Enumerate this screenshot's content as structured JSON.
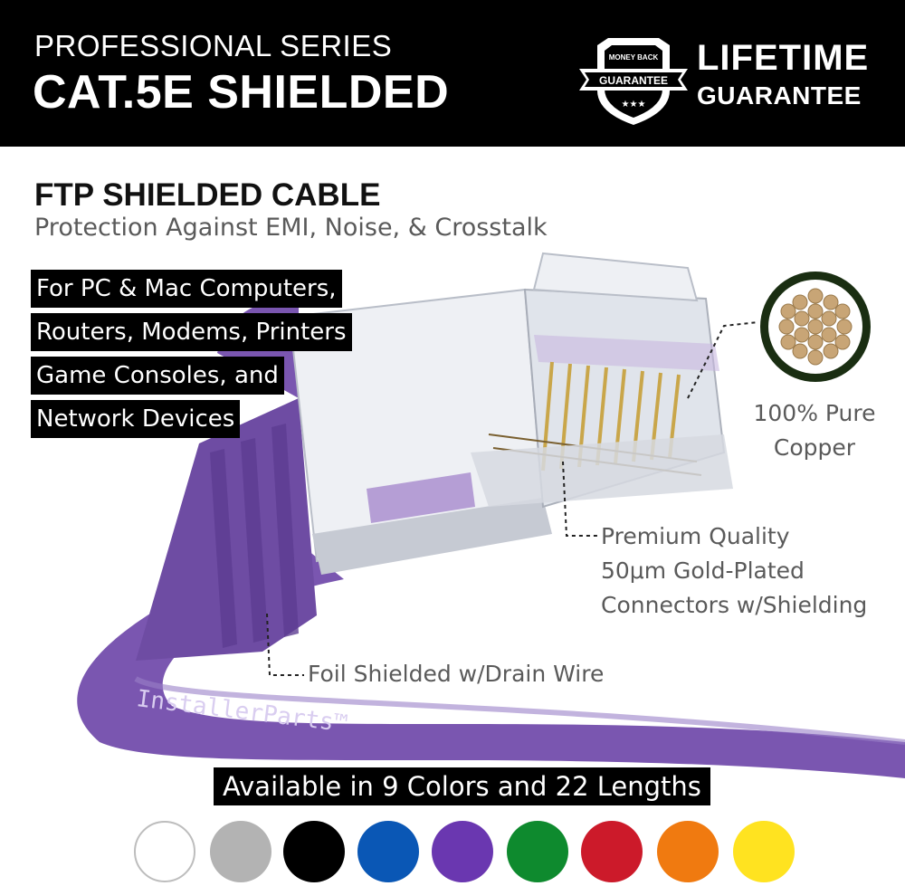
{
  "header": {
    "series": "PROFESSIONAL SERIES",
    "model": "CAT.5E SHIELDED",
    "badge_top": "MONEY BACK",
    "badge_ribbon": "GUARANTEE",
    "lifetime_line1": "LIFETIME",
    "lifetime_line2": "GUARANTEE"
  },
  "feature": {
    "heading": "FTP SHIELDED CABLE",
    "subheading": "Protection Against EMI, Noise, & Crosstalk"
  },
  "devices": [
    "For PC & Mac Computers,",
    "Routers, Modems, Printers",
    "Game Consoles, and",
    "Network Devices"
  ],
  "callouts": {
    "copper": [
      "100% Pure",
      "Copper"
    ],
    "contacts": [
      "Premium Quality",
      "50μm Gold-Plated",
      "Connectors w/Shielding"
    ],
    "foil": "Foil Shielded w/Drain Wire"
  },
  "cable_print": "InstallerParts™",
  "availability": "Available in 9 Colors and 22 Lengths",
  "colors": [
    {
      "name": "white",
      "hex": "#ffffff"
    },
    {
      "name": "gray",
      "hex": "#b3b3b3"
    },
    {
      "name": "black",
      "hex": "#000000"
    },
    {
      "name": "blue",
      "hex": "#0a57b5"
    },
    {
      "name": "purple",
      "hex": "#6a37b0"
    },
    {
      "name": "green",
      "hex": "#0e8a2e"
    },
    {
      "name": "red",
      "hex": "#cc1a2a"
    },
    {
      "name": "orange",
      "hex": "#f07a10"
    },
    {
      "name": "yellow",
      "hex": "#ffe320"
    }
  ],
  "theme": {
    "cable_purple": "#7a56b0",
    "copper_ring": "#1a2e12",
    "copper_strand": "#c8a576"
  }
}
